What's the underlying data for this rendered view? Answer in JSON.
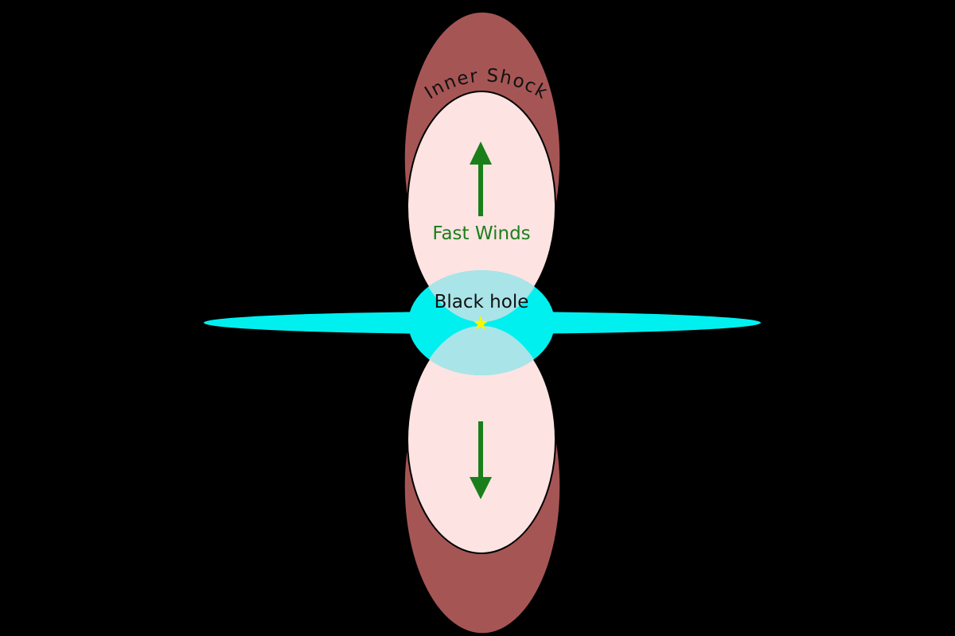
{
  "diagram": {
    "inner_shock_label": "Inner Shock",
    "fast_winds_label": "Fast Winds",
    "black_hole_label": "Black hole"
  },
  "colors": {
    "background": "#000000",
    "outer_shock_fill": "#a65555",
    "wind_lobe_fill": "#fde3e2",
    "disk_fill": "#00f0f0",
    "overlap_fill": "#a9e4e8",
    "arrow": "#1a7f1a",
    "star": "#f7f700",
    "text_dark": "#111111",
    "text_green": "#1a7f1a"
  },
  "icons": {
    "wind_arrow": "arrow-icon",
    "center": "star-icon"
  }
}
